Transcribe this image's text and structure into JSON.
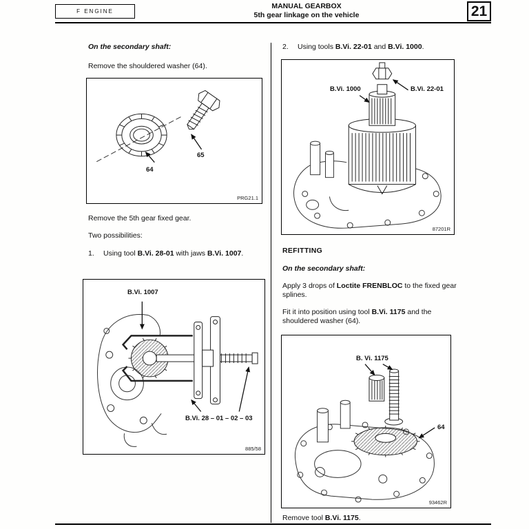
{
  "header": {
    "engine_tag": "F ENGINE",
    "title_line1": "MANUAL GEARBOX",
    "title_line2": "5th gear linkage on the vehicle",
    "page_number": "21"
  },
  "left": {
    "shaft_heading": "On the secondary shaft:",
    "remove_washer": "Remove the shouldered washer (64).",
    "fig_washer": {
      "label_64": "64",
      "label_65": "65",
      "ref": "PRG21.1"
    },
    "remove_gear": "Remove the 5th gear fixed gear.",
    "two_possibilities": "Two possibilities:",
    "item1": {
      "num": "1.",
      "seg1": "Using tool ",
      "seg2": "B.Vi. 28-01",
      "seg3": " with jaws ",
      "seg4": "B.Vi. 1007",
      "seg5": "."
    },
    "fig_puller": {
      "label_tool": "B.Vi. 1007",
      "label_jaws": "B.Vi. 28 – 01 – 02 – 03",
      "ref": "885/58"
    }
  },
  "right": {
    "item2": {
      "num": "2.",
      "seg1": "Using tools ",
      "seg2": "B.Vi. 22-01",
      "seg3": " and ",
      "seg4": "B.Vi. 1000",
      "seg5": "."
    },
    "fig_extractor": {
      "label_tool1": "B.Vi. 1000",
      "label_tool2": "B.Vi. 22-01",
      "ref": "87201R"
    },
    "refitting_heading": "REFITTING",
    "shaft_heading": "On the secondary shaft:",
    "apply": {
      "seg1": "Apply 3 drops of ",
      "seg2": "Loctite FRENBLOC",
      "seg3": " to the fixed gear splines."
    },
    "fit": {
      "seg1": "Fit it into position using tool ",
      "seg2": "B.Vi. 1175",
      "seg3": " and the shouldered washer (64)."
    },
    "fig_refit": {
      "label_tool": "B. Vi. 1175",
      "label_64": "64",
      "ref": "93462R"
    },
    "remove_tool": {
      "seg1": "Remove tool ",
      "seg2": "B.Vi. 1175",
      "seg3": "."
    }
  }
}
